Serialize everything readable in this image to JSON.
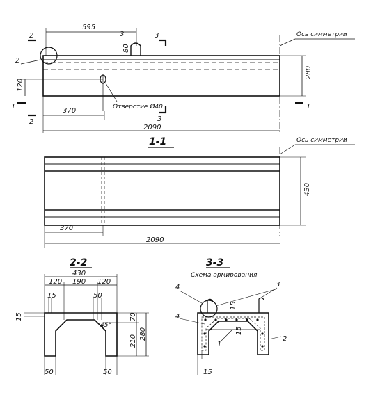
{
  "elevation": {
    "dim_top": "595",
    "dim_bottom": "370",
    "dim_total": "2090",
    "dim_height": "280",
    "dim_120": "120",
    "dim_80": "80",
    "callout": "2",
    "axis_label": "Ось симметрии",
    "hole_label": "Отверстие Ø40",
    "cut_1_left": "1",
    "cut_1_right": "1",
    "cut_2_top": "2",
    "cut_2_bottom": "2",
    "cut_3_top": "3",
    "cut_3_top2": "3",
    "cut_3_bottom": "3"
  },
  "plan_1_1": {
    "title": "1-1",
    "axis_label": "Ось симметрии",
    "dim_370": "370",
    "dim_total": "2090",
    "dim_width": "430"
  },
  "section_2_2": {
    "title": "2-2",
    "dim_width": "430",
    "dim_120_left": "120",
    "dim_190": "190",
    "dim_120_right": "120",
    "dim_15_top": "15",
    "dim_50_top": "50",
    "dim_15_side": "15",
    "dim_70": "70",
    "dim_210": "210",
    "dim_280": "280",
    "chamfer": "45°",
    "dim_50_bottom_left": "50",
    "dim_50_bottom_right": "50"
  },
  "section_3_3": {
    "title": "3-3",
    "subtitle": "Схема армирования",
    "pos_4_top": "4",
    "pos_3": "3",
    "pos_4_left": "4",
    "pos_1": "1",
    "pos_2": "2",
    "dim_15_a": "15",
    "dim_15_b": "15",
    "dim_15_bottom": "15"
  }
}
